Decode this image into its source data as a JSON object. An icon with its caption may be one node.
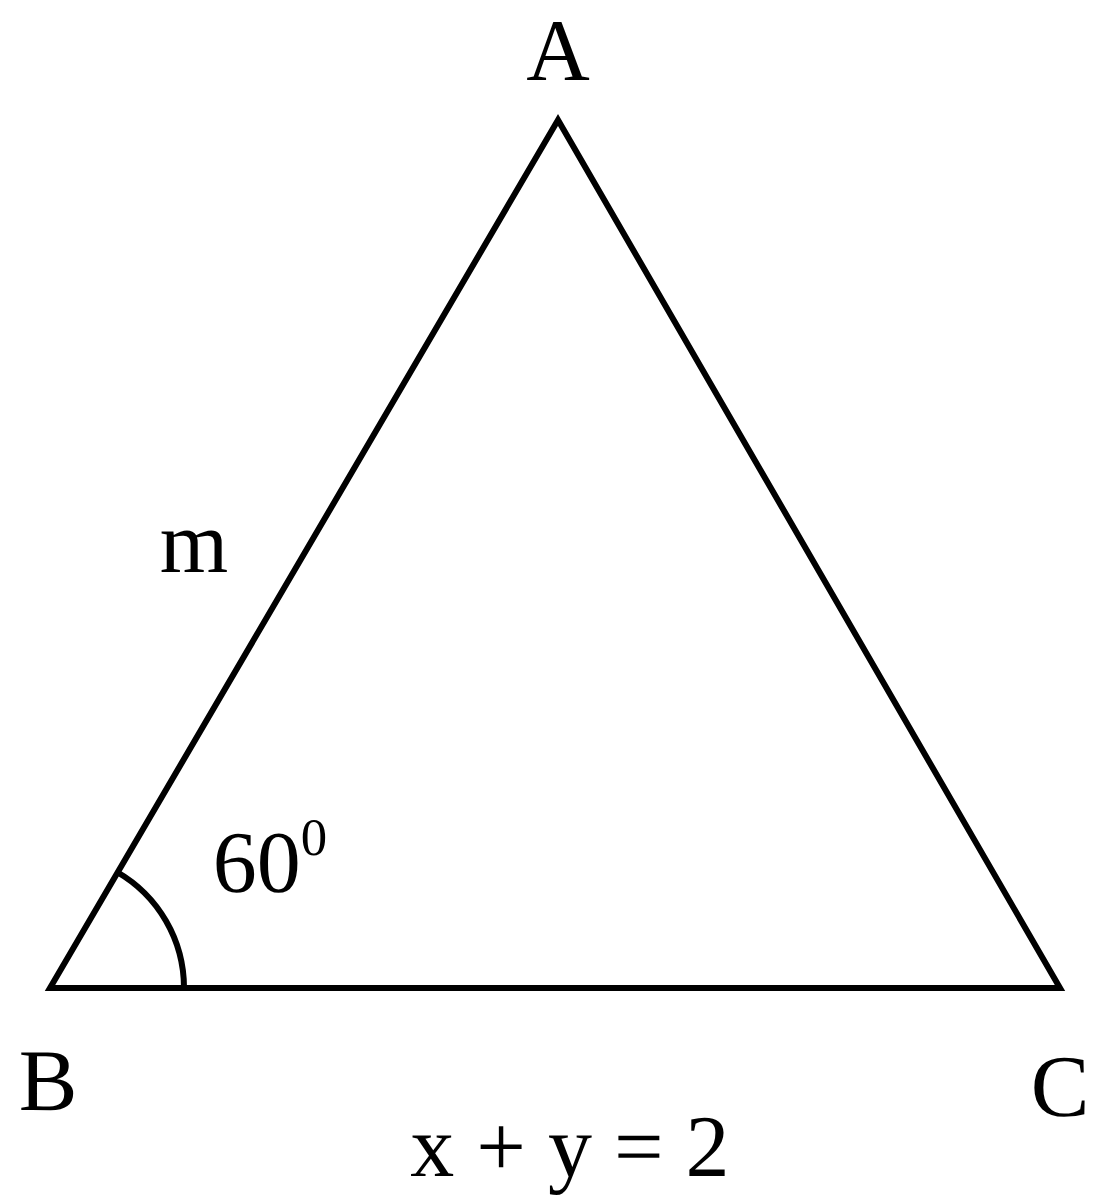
{
  "diagram": {
    "labels": [
      "A",
      "m",
      "60$^{0}$",
      "B",
      "C",
      "x + y = 2"
    ]
  }
}
